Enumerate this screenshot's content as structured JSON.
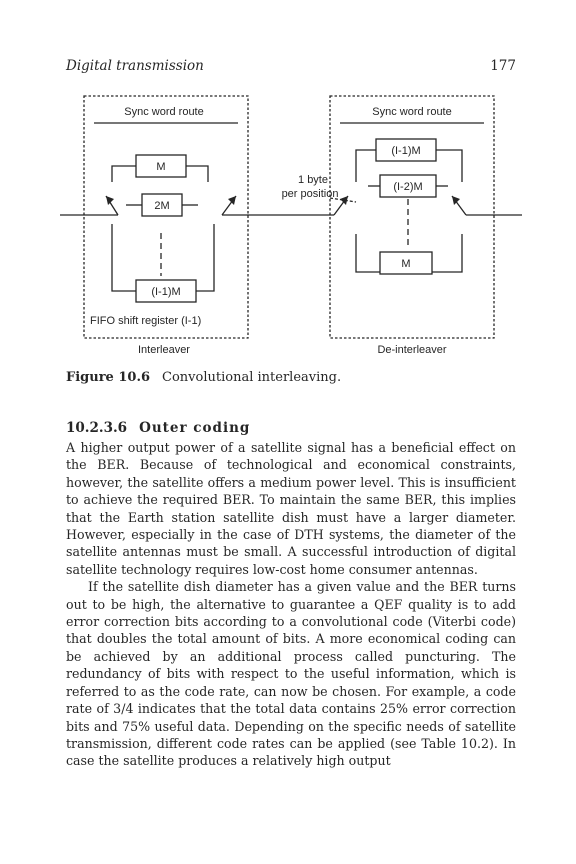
{
  "running_head": {
    "title": "Digital transmission",
    "page_number": "177"
  },
  "figure": {
    "interleaver": {
      "sync_label": "Sync word route",
      "cells": [
        "M",
        "2M",
        "(I-1)M"
      ],
      "fifo_label": "FIFO shift register (I-1)",
      "caption_label": "Interleaver"
    },
    "annotation": [
      "1 byte",
      "per position"
    ],
    "deinterleaver": {
      "sync_label": "Sync word route",
      "cells": [
        "(I-1)M",
        "(I-2)M",
        "M"
      ],
      "caption_label": "De-interleaver"
    },
    "number": "Figure 10.6",
    "caption": "Convolutional interleaving."
  },
  "section": {
    "number": "10.2.3.6",
    "title": "Outer coding"
  },
  "paragraphs": [
    "A higher output power of a satellite signal has a beneficial effect on the BER. Because of technological and economical constraints, however, the satellite offers a medium power level. This is insufficient to achieve the required BER. To maintain the same BER, this implies that the Earth station satellite dish must have a larger diameter. However, especially in the case of DTH systems, the diameter of the satellite antennas must be small. A successful introduction of digital satellite technology requires low-cost home consumer antennas.",
    "If the satellite dish diameter has a given value and the BER turns out to be high, the alternative to guarantee a QEF quality is to add error correction bits according to a convolutional code (Viterbi code) that doubles the total amount of bits. A more economical coding can be achieved by an additional process called puncturing. The redundancy of bits with respect to the useful information, which is referred to as the code rate, can now be chosen. For example, a code rate of 3/4 indicates that the total data contains 25% error correction bits and 75% useful data. Depending on the specific needs of satellite transmission, different code rates can be applied (see Table 10.2). In case the satellite produces a relatively high output"
  ]
}
